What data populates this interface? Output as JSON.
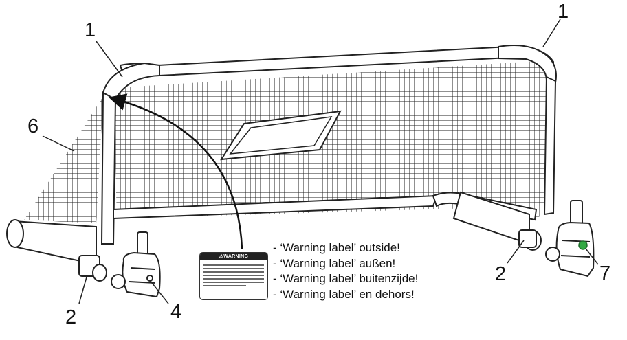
{
  "callouts": {
    "n1_left": "1",
    "n1_right": "1",
    "n6": "6",
    "n2_left": "2",
    "n2_right": "2",
    "n4": "4",
    "n7": "7"
  },
  "warning_label": {
    "heading": "⚠WARNING"
  },
  "notes": [
    "- ‘Warning label’ outside!",
    "- ‘Warning label’ außen!",
    "- ‘Warning label’ buitenzijde!",
    "- ‘Warning label’ en dehors!"
  ],
  "colors": {
    "line": "#222222",
    "indicator_green": "#33aa44"
  }
}
